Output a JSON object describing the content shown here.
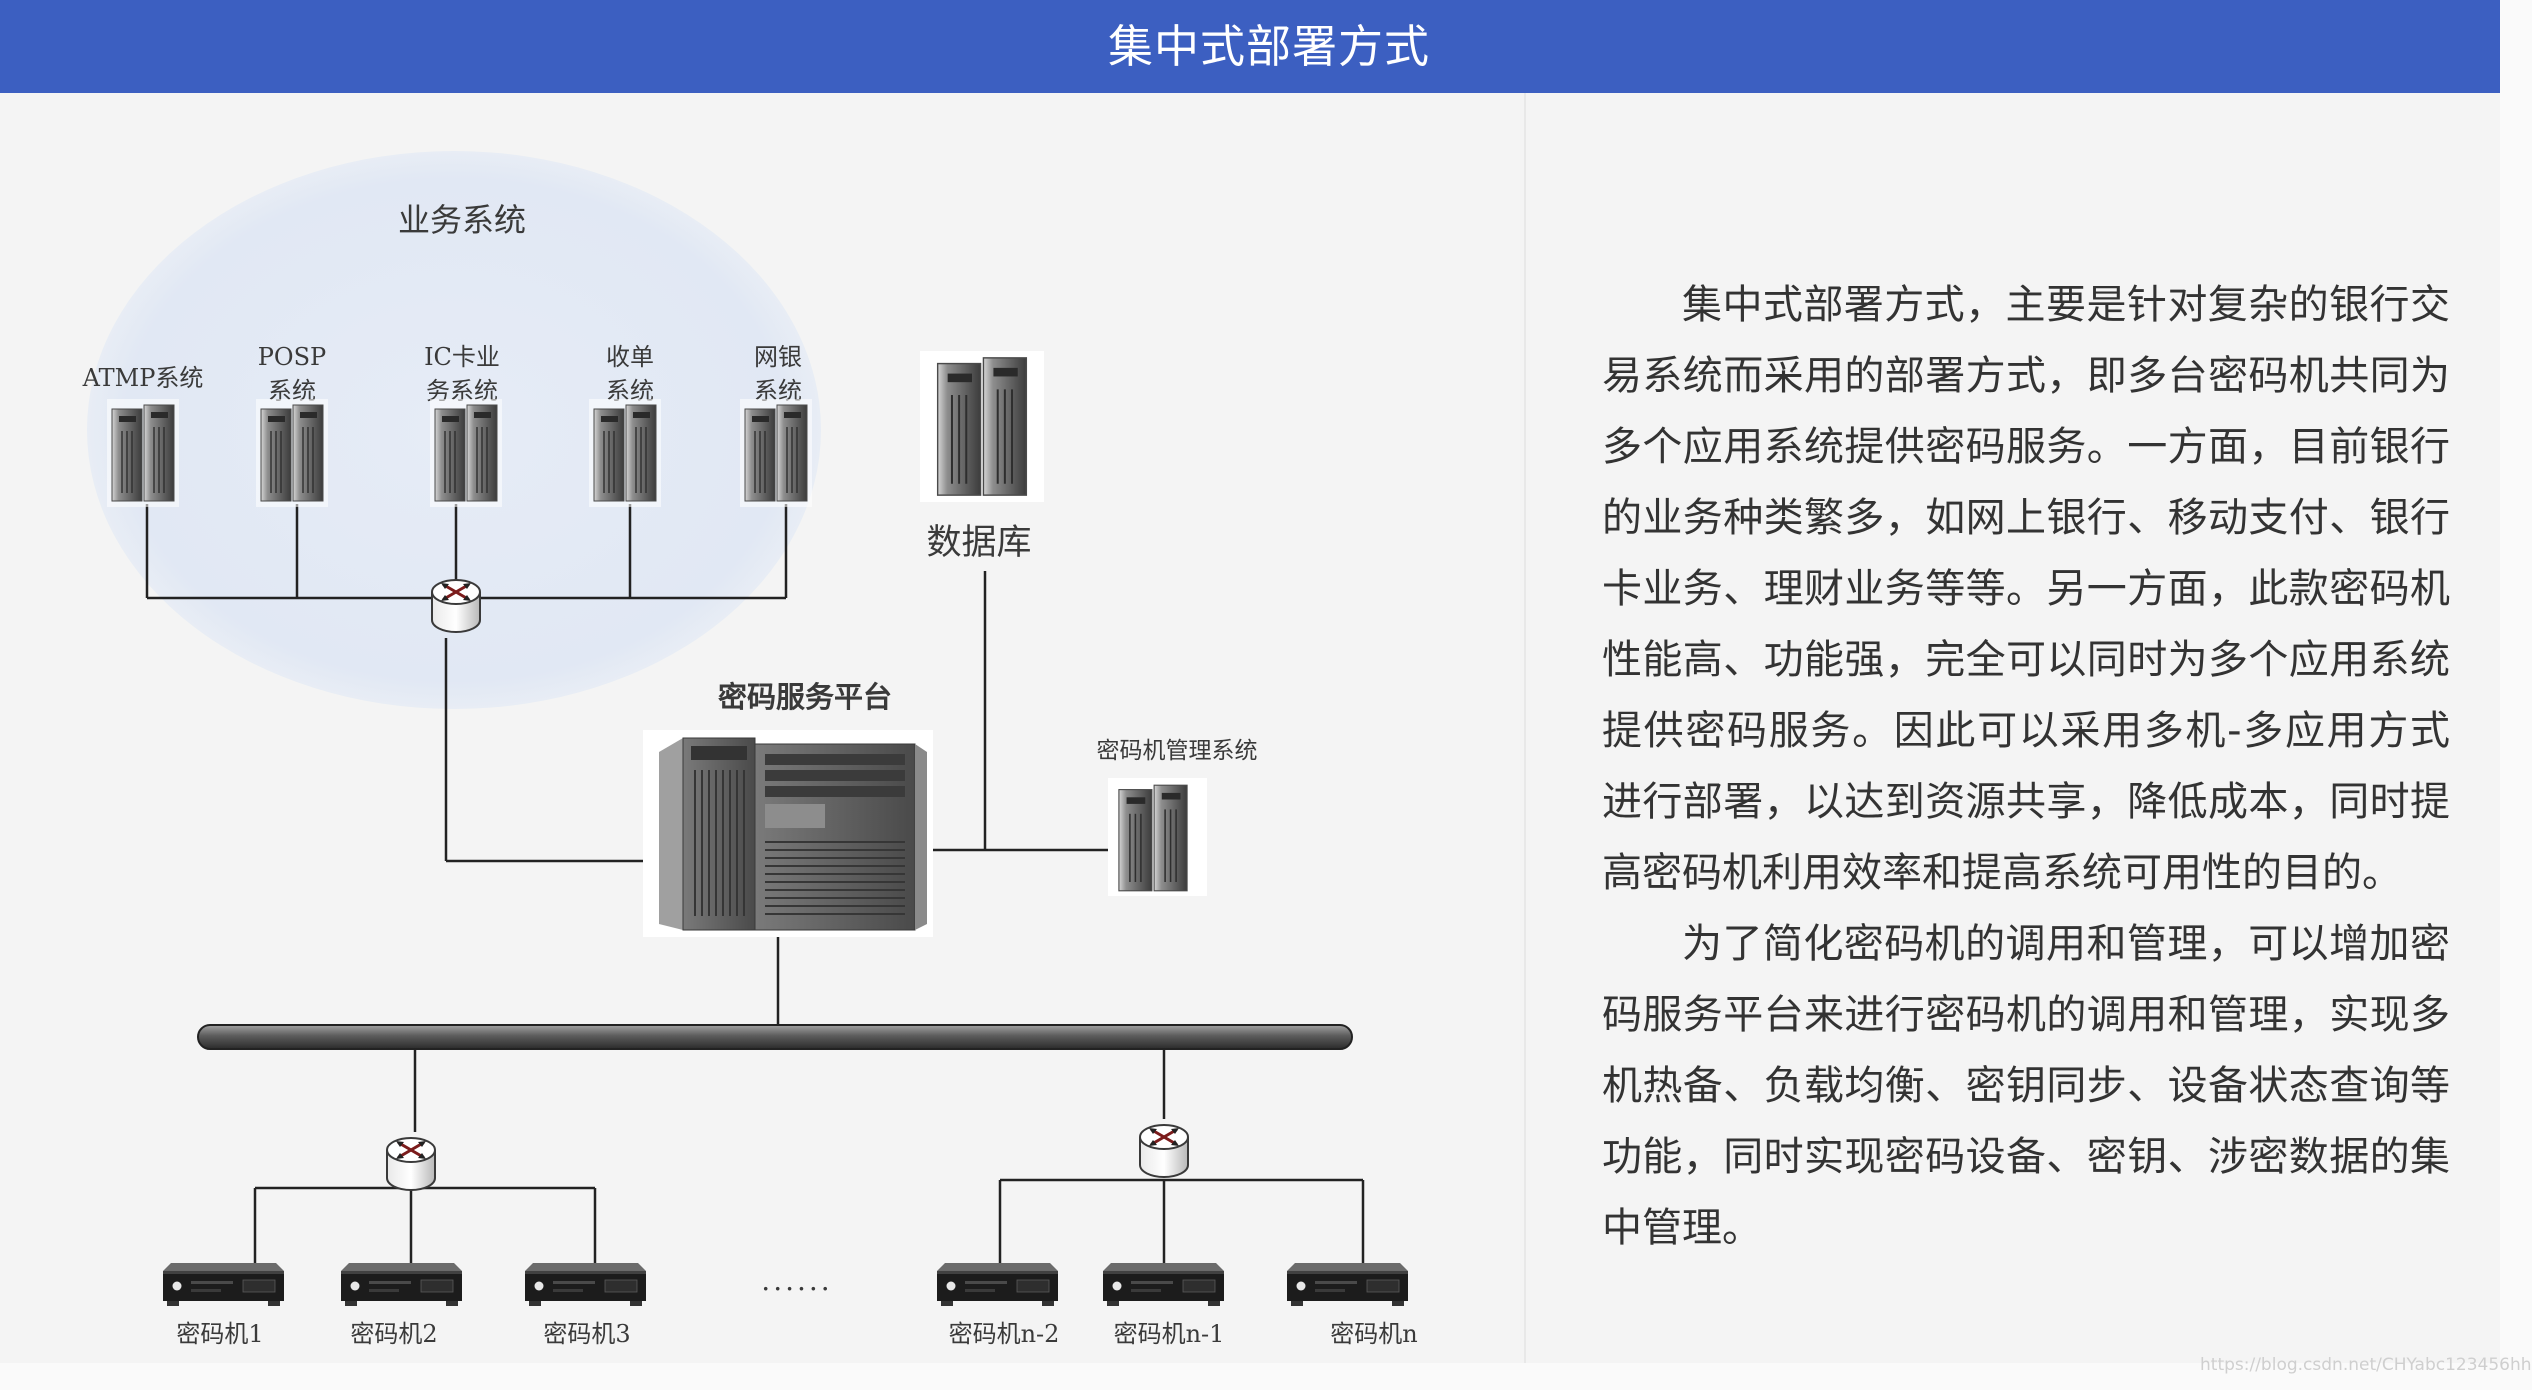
{
  "header": {
    "title": "集中式部署方式"
  },
  "diagram": {
    "business_group_label": "业务系统",
    "business_systems": [
      {
        "label_lines": [
          "ATMP系统"
        ]
      },
      {
        "label_lines": [
          "POSP",
          "系统"
        ]
      },
      {
        "label_lines": [
          "IC卡业",
          "务系统"
        ]
      },
      {
        "label_lines": [
          "收单",
          "系统"
        ]
      },
      {
        "label_lines": [
          "网银",
          "系统"
        ]
      }
    ],
    "database_label": "数据库",
    "platform_label": "密码服务平台",
    "management_label": "密码机管理系统",
    "left_devices": [
      "密码机1",
      "密码机2",
      "密码机3"
    ],
    "ellipsis": "......",
    "right_devices": [
      "密码机n-2",
      "密码机n-1",
      "密码机n"
    ]
  },
  "description": {
    "paragraphs": [
      "集中式部署方式，主要是针对复杂的银行交易系统而采用的部署方式，即多台密码机共同为多个应用系统提供密码服务。一方面，目前银行的业务种类繁多，如网上银行、移动支付、银行卡业务、理财业务等等。另一方面，此款密码机性能高、功能强，完全可以同时为多个应用系统提供密码服务。因此可以采用多机-多应用方式进行部署，以达到资源共享，降低成本，同时提高密码机利用效率和提高系统可用性的目的。",
      "为了简化密码机的调用和管理，可以增加密码服务平台来进行密码机的调用和管理，实现多机热备、负载均衡、密钥同步、设备状态查询等功能，同时实现密码设备、密钥、涉密数据的集中管理。"
    ]
  },
  "watermark": "https://blog.csdn.net/CHYabc123456hh",
  "icons": {
    "server": "server-icon",
    "router": "router-icon",
    "crypto_device": "crypto-device-icon",
    "bus": "network-bus"
  },
  "colors": {
    "header_background": "#3c5fc1",
    "header_text": "#ffffff",
    "business_zone": "#e3eaf5",
    "body_text": "#333333"
  }
}
